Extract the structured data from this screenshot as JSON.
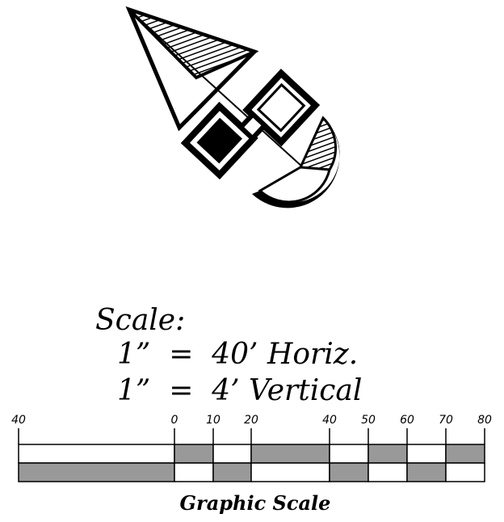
{
  "north_arrow": {
    "icon": "north-arrow-icon"
  },
  "scale_note": {
    "title": "Scale:",
    "horizontal": "1”  =  40’ Horiz.",
    "vertical": "1”  =  4’ Vertical"
  },
  "graphic_scale": {
    "caption": "Graphic Scale",
    "tick_labels": [
      "40",
      "0",
      "10",
      "20",
      "40",
      "50",
      "60",
      "70",
      "80"
    ],
    "colors": {
      "fill_dark": "#999999",
      "fill_light": "#ffffff",
      "stroke": "#000000"
    }
  }
}
